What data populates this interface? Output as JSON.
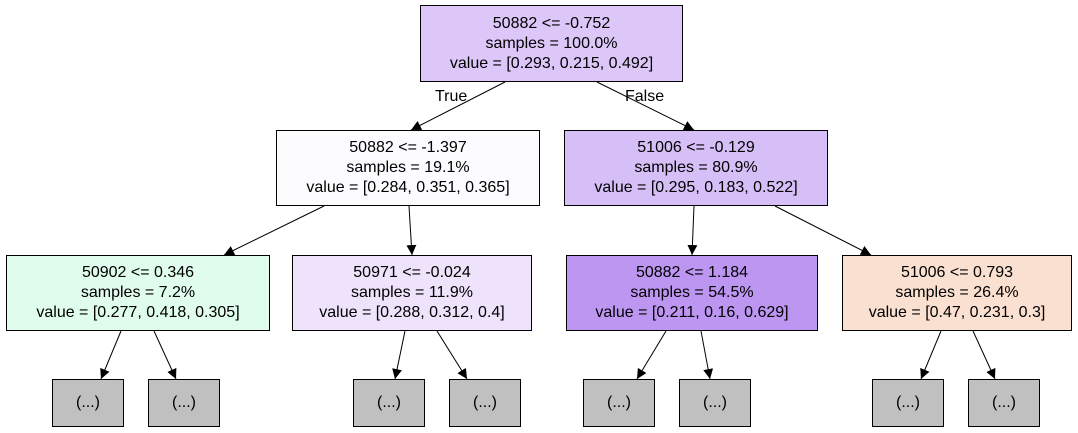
{
  "tree": {
    "nodes": [
      {
        "id": "n0",
        "condition": "50882 <= -0.752",
        "samples": "samples = 100.0%",
        "value": "value = [0.293, 0.215, 0.492]",
        "fill": "#dcc7f8"
      },
      {
        "id": "n1",
        "condition": "50882 <= -1.397",
        "samples": "samples = 19.1%",
        "value": "value = [0.284, 0.351, 0.365]",
        "fill": "#fcfcff"
      },
      {
        "id": "n2",
        "condition": "51006 <= -0.129",
        "samples": "samples = 80.9%",
        "value": "value = [0.295, 0.183, 0.522]",
        "fill": "#d6bef7"
      },
      {
        "id": "n3",
        "condition": "50902 <= 0.346",
        "samples": "samples = 7.2%",
        "value": "value = [0.277, 0.418, 0.305]",
        "fill": "#dffcec"
      },
      {
        "id": "n4",
        "condition": "50971 <= -0.024",
        "samples": "samples = 11.9%",
        "value": "value = [0.288, 0.312, 0.4]",
        "fill": "#eee3fb"
      },
      {
        "id": "n5",
        "condition": "50882 <= 1.184",
        "samples": "samples = 54.5%",
        "value": "value = [0.211, 0.16, 0.629]",
        "fill": "#bd96f1"
      },
      {
        "id": "n6",
        "condition": "51006 <= 0.793",
        "samples": "samples = 26.4%",
        "value": "value = [0.47, 0.231, 0.3]",
        "fill": "#fae0d0"
      }
    ],
    "truncated_label": "(...)",
    "truncated_fill": "#c0c0c0",
    "edge_labels": {
      "true": "True",
      "false": "False"
    }
  }
}
